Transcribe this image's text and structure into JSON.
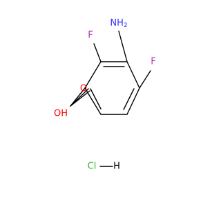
{
  "molecule": {
    "atoms": {
      "nh2": {
        "label": "NH",
        "sub": "2",
        "color": "#3333FF"
      },
      "f_top": {
        "label": "F",
        "color": "#B233B2"
      },
      "f_right": {
        "label": "F",
        "color": "#B233B2"
      },
      "o_carbonyl": {
        "label": "O",
        "color": "#FF0000"
      },
      "oh": {
        "label": "OH",
        "color": "#FF0000"
      }
    },
    "salt": {
      "cl": {
        "label": "Cl",
        "color": "#33B233"
      },
      "h": {
        "label": "H",
        "color": "#000000"
      }
    }
  }
}
